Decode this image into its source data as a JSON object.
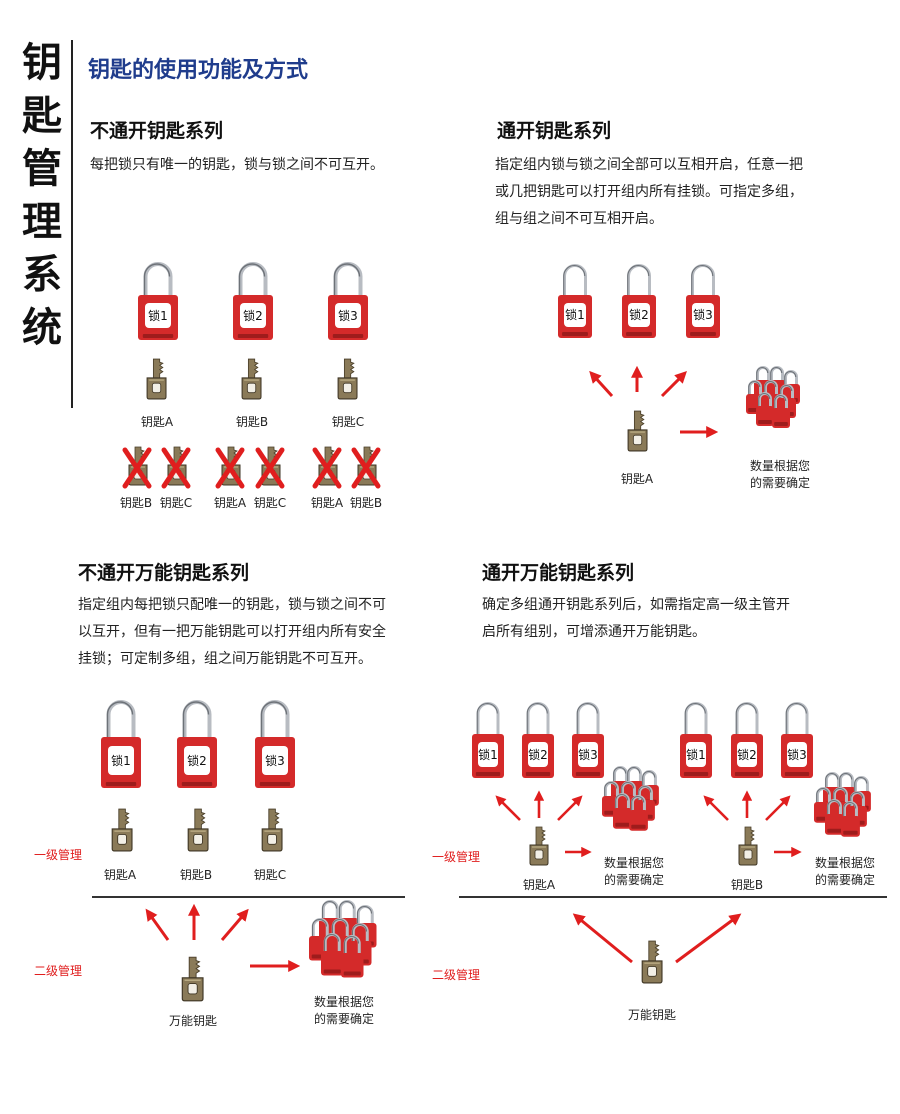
{
  "vertical_title": "钥匙管理系统",
  "header_title": "钥匙的使用功能及方式",
  "s1": {
    "title": "不通开钥匙系列",
    "desc": [
      "每把锁只有唯一的钥匙，锁与锁之间不可互开。"
    ],
    "locks": [
      "锁1",
      "锁2",
      "锁3"
    ],
    "keys": [
      "钥匙A",
      "钥匙B",
      "钥匙C"
    ],
    "crossed": [
      "钥匙B",
      "钥匙C",
      "钥匙A",
      "钥匙C",
      "钥匙A",
      "钥匙B"
    ]
  },
  "s2": {
    "title": "通开钥匙系列",
    "desc": [
      "指定组内锁与锁之间全部可以互相开启，任意一把",
      "或几把钥匙可以打开组内所有挂锁。可指定多组，",
      "组与组之间不可互相开启。"
    ],
    "locks": [
      "锁1",
      "锁2",
      "锁3"
    ],
    "key": "钥匙A",
    "qty": [
      "数量根据您",
      "的需要确定"
    ]
  },
  "s3": {
    "title": "不通开万能钥匙系列",
    "desc": [
      "指定组内每把锁只配唯一的钥匙，锁与锁之间不可",
      "以互开，但有一把万能钥匙可以打开组内所有安全",
      "挂锁；可定制多组，组之间万能钥匙不可互开。"
    ],
    "locks": [
      "锁1",
      "锁2",
      "锁3"
    ],
    "keys": [
      "钥匙A",
      "钥匙B",
      "钥匙C"
    ],
    "level1": "一级管理",
    "level2": "二级管理",
    "master_key": "万能钥匙",
    "qty": [
      "数量根据您",
      "的需要确定"
    ]
  },
  "s4": {
    "title": "通开万能钥匙系列",
    "desc": [
      "确定多组通开钥匙系列后，如需指定高一级主管开",
      "启所有组别，可增添通开万能钥匙。"
    ],
    "locks_a": [
      "锁1",
      "锁2",
      "锁3"
    ],
    "locks_b": [
      "锁1",
      "锁2",
      "锁3"
    ],
    "key_a": "钥匙A",
    "key_b": "钥匙B",
    "level1": "一级管理",
    "level2": "二级管理",
    "master_key": "万能钥匙",
    "qty_a": [
      "数量根据您",
      "的需要确定"
    ],
    "qty_b": [
      "数量根据您",
      "的需要确定"
    ]
  },
  "colors": {
    "lock_red": "#d42a2a",
    "arrow_red": "#e01e1e",
    "key_bronze": "#8a7a58",
    "title_blue": "#1f3c8c"
  }
}
